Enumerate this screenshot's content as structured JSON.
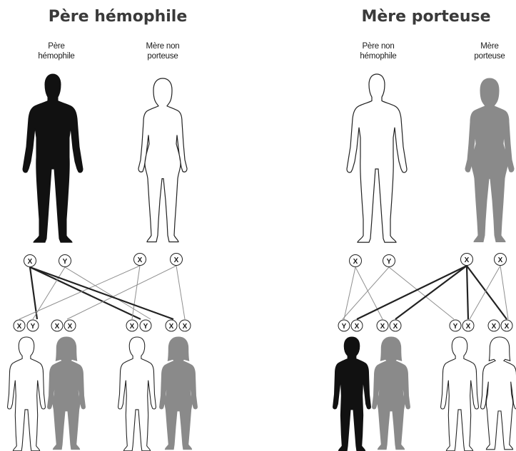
{
  "panels": [
    {
      "title": "Père hémophile",
      "father_label": [
        "Père",
        "hémophile"
      ],
      "mother_label": [
        "Mère non",
        "porteuse"
      ],
      "father_chromosomes": [
        "X",
        "Y"
      ],
      "mother_chromosomes": [
        "X",
        "X"
      ],
      "children_chromosomes": [
        [
          "X",
          "Y"
        ],
        [
          "X",
          "X"
        ],
        [
          "X",
          "Y"
        ],
        [
          "X",
          "X"
        ]
      ]
    },
    {
      "title": "Mère porteuse",
      "father_label": [
        "Père non",
        "hémophile"
      ],
      "mother_label": [
        "Mère",
        "porteuse"
      ],
      "father_chromosomes": [
        "X",
        "Y"
      ],
      "mother_chromosomes": [
        "X",
        "X"
      ],
      "children_chromosomes": [
        [
          "Y",
          "X"
        ],
        [
          "X",
          "X"
        ],
        [
          "Y",
          "X"
        ],
        [
          "X",
          "X"
        ]
      ]
    }
  ],
  "colors": {
    "affected": "#111111",
    "carrier": "#8a8a8a",
    "unaffected": "#ffffff",
    "outline": "#222222",
    "line_dark": "#222222",
    "line_light": "#8f8f8f"
  }
}
